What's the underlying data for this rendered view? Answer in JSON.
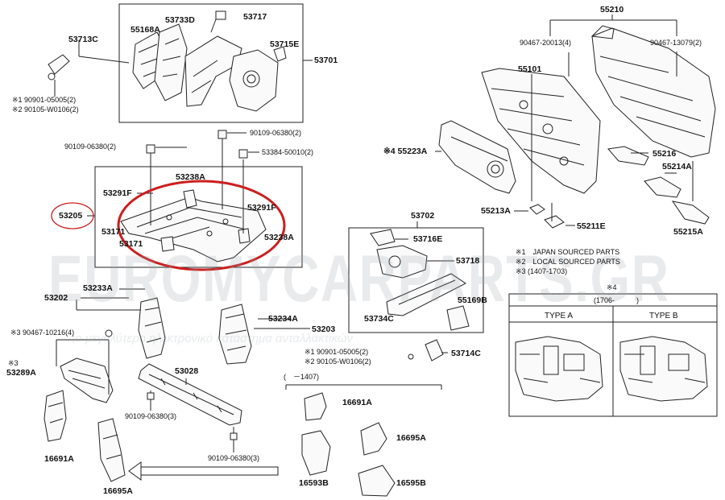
{
  "parts": {
    "p53701": "53701",
    "p53713C": "53713C",
    "p55168A": "55168A",
    "p53733D": "53733D",
    "p53717": "53717",
    "p53715E": "53715E",
    "n90901_1": "※1 90901-05005(2)",
    "n90105_2": "※2 90105-W0106(2)",
    "p90109_a": "90109-06380(2)",
    "p90109_b": "90109-06380(2)",
    "p53384": "53384-50010(2)",
    "p53205": "53205",
    "p53238A_1": "53238A",
    "p53291F_1": "53291F",
    "p53291F_2": "53291F",
    "p53171_1": "53171",
    "p53171_2": "53171",
    "p53238A_2": "53238A",
    "p53202": "53202",
    "p53233A": "53233A",
    "p90467_10216": "※3 90467-10216(4)",
    "p53289A_mark": "※3",
    "p53289A": "53289A",
    "p53028": "53028",
    "p90109_c": "90109-06380(3)",
    "p90109_d": "90109-06380(3)",
    "p16691A_l": "16691A",
    "p16695A_l": "16695A",
    "p53234A": "53234A",
    "p53203": "53203",
    "n90901_3": "※1 90901-05005(2)",
    "n90105_4": "※2 90105-W0106(2)",
    "range1407": "(　－1407)",
    "p16691A_r": "16691A",
    "p16695A_r": "16695A",
    "p16593B": "16593B",
    "p16595B": "16595B",
    "p53702": "53702",
    "p53716E": "53716E",
    "p53718": "53718",
    "p53734C": "53734C",
    "p55169B": "55169B",
    "p53714C": "53714C",
    "p55210": "55210",
    "p90467_20013": "90467-20013(4)",
    "p90467_13079": "90467-13079(2)",
    "p55101": "55101",
    "p55223A": "※4 55223A",
    "p55216": "55216",
    "p55214A": "55214A",
    "p55213A": "55213A",
    "p55211E": "55211E",
    "p55215A": "55215A"
  },
  "notes": {
    "n1": "※1　JAPAN SOURCED PARTS",
    "n2": "※2　LOCAL SOURCED PARTS",
    "n3": "※3 (1407-1703)"
  },
  "type_box": {
    "mark": "※4",
    "range": "(1706-　　　)",
    "type_a": "TYPE A",
    "type_b": "TYPE B"
  },
  "watermark": {
    "brand": "EUROMYCARPARTS.GR",
    "tagline": "το μεγαλύτερο ηλεκτρονικό κατάστημα ανταλλακτικών"
  },
  "colors": {
    "highlight": "#cc1f1f",
    "line": "#222222"
  }
}
